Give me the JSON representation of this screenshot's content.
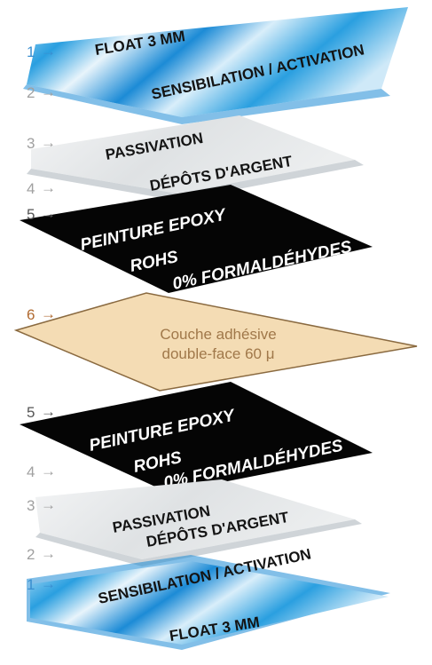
{
  "colors": {
    "glass_light": "#e8f4fb",
    "glass_blue": "#2a9fe0",
    "glass_deep": "#1c8bd6",
    "silver": "#e3e6e8",
    "epoxy": "#050505",
    "adhesive_fill": "#f4dcb4",
    "adhesive_text": "#a0784a",
    "label_dark": "#141414",
    "label_light": "#ffffff",
    "number_blue": "#3a8fd0",
    "number_grey": "#a0a0a0",
    "number_orange": "#b06a30"
  },
  "top_stack": {
    "float": {
      "num": "1",
      "label": "FLOAT 3 MM"
    },
    "sensibilisation": {
      "num": "2",
      "label": "SENSIBILATION / ACTIVATION"
    },
    "passivation": {
      "num": "3",
      "label": "PASSIVATION"
    },
    "argent": {
      "num": "4",
      "label": "DÉPÔTS D'ARGENT"
    },
    "epoxy": {
      "num": "5",
      "line1": "PEINTURE EPOXY",
      "line2": "ROHS",
      "line3": "0% FORMALDÉHYDES"
    }
  },
  "adhesive": {
    "num": "6",
    "line1": "Couche adhésive",
    "line2": "double-face 60 μ"
  },
  "bottom_stack": {
    "epoxy": {
      "num": "5",
      "line1": "PEINTURE EPOXY",
      "line2": "ROHS",
      "line3": "0% FORMALDÉHYDES"
    },
    "argent": {
      "num": "4",
      "label": "DÉPÔTS D'ARGENT"
    },
    "passivation": {
      "num": "3",
      "label": "PASSIVATION"
    },
    "sensibilisation": {
      "num": "2",
      "label": "SENSIBILATION / ACTIVATION"
    },
    "float": {
      "num": "1",
      "label": "FLOAT 3 MM"
    }
  }
}
